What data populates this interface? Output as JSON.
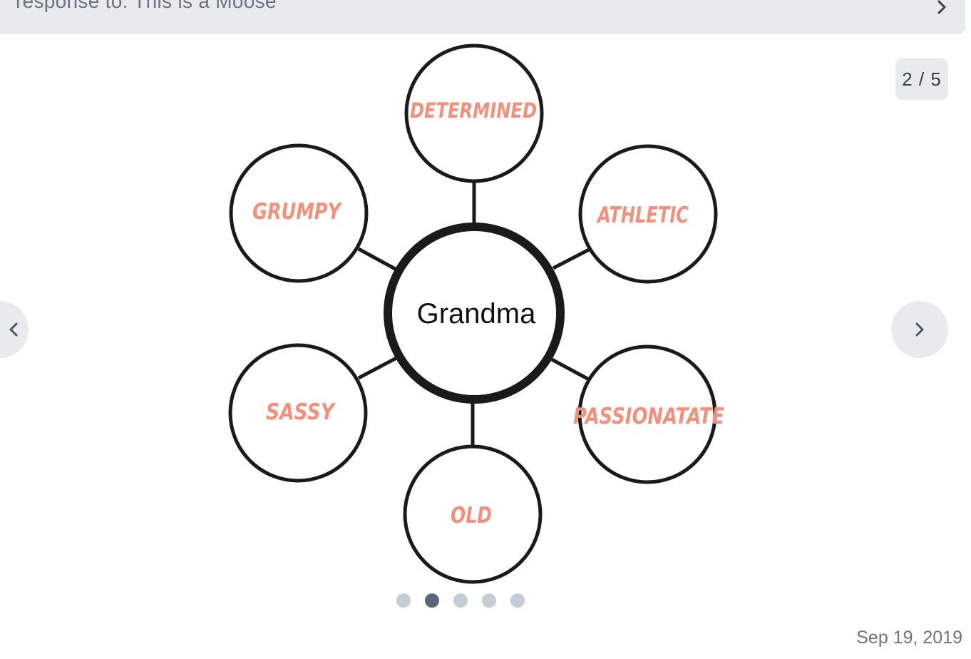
{
  "header": {
    "text": "response to: This is a Moose",
    "expand_icon": "chevron-right-icon"
  },
  "carousel": {
    "counter": "2 / 5",
    "prev_icon": "chevron-left-icon",
    "next_icon": "chevron-right-icon",
    "total": 5,
    "active_index": 2
  },
  "diagram": {
    "center": "Grandma",
    "traits": {
      "top": "DETERMINED",
      "top_left": "GRUMPY",
      "top_right": "ATHLETIC",
      "bottom_left": "SASSY",
      "bottom_right": "PASSIONATATE",
      "bottom": "OLD"
    },
    "trait_color": "#f3907b"
  },
  "footer": {
    "date": "Sep 19, 2019"
  }
}
